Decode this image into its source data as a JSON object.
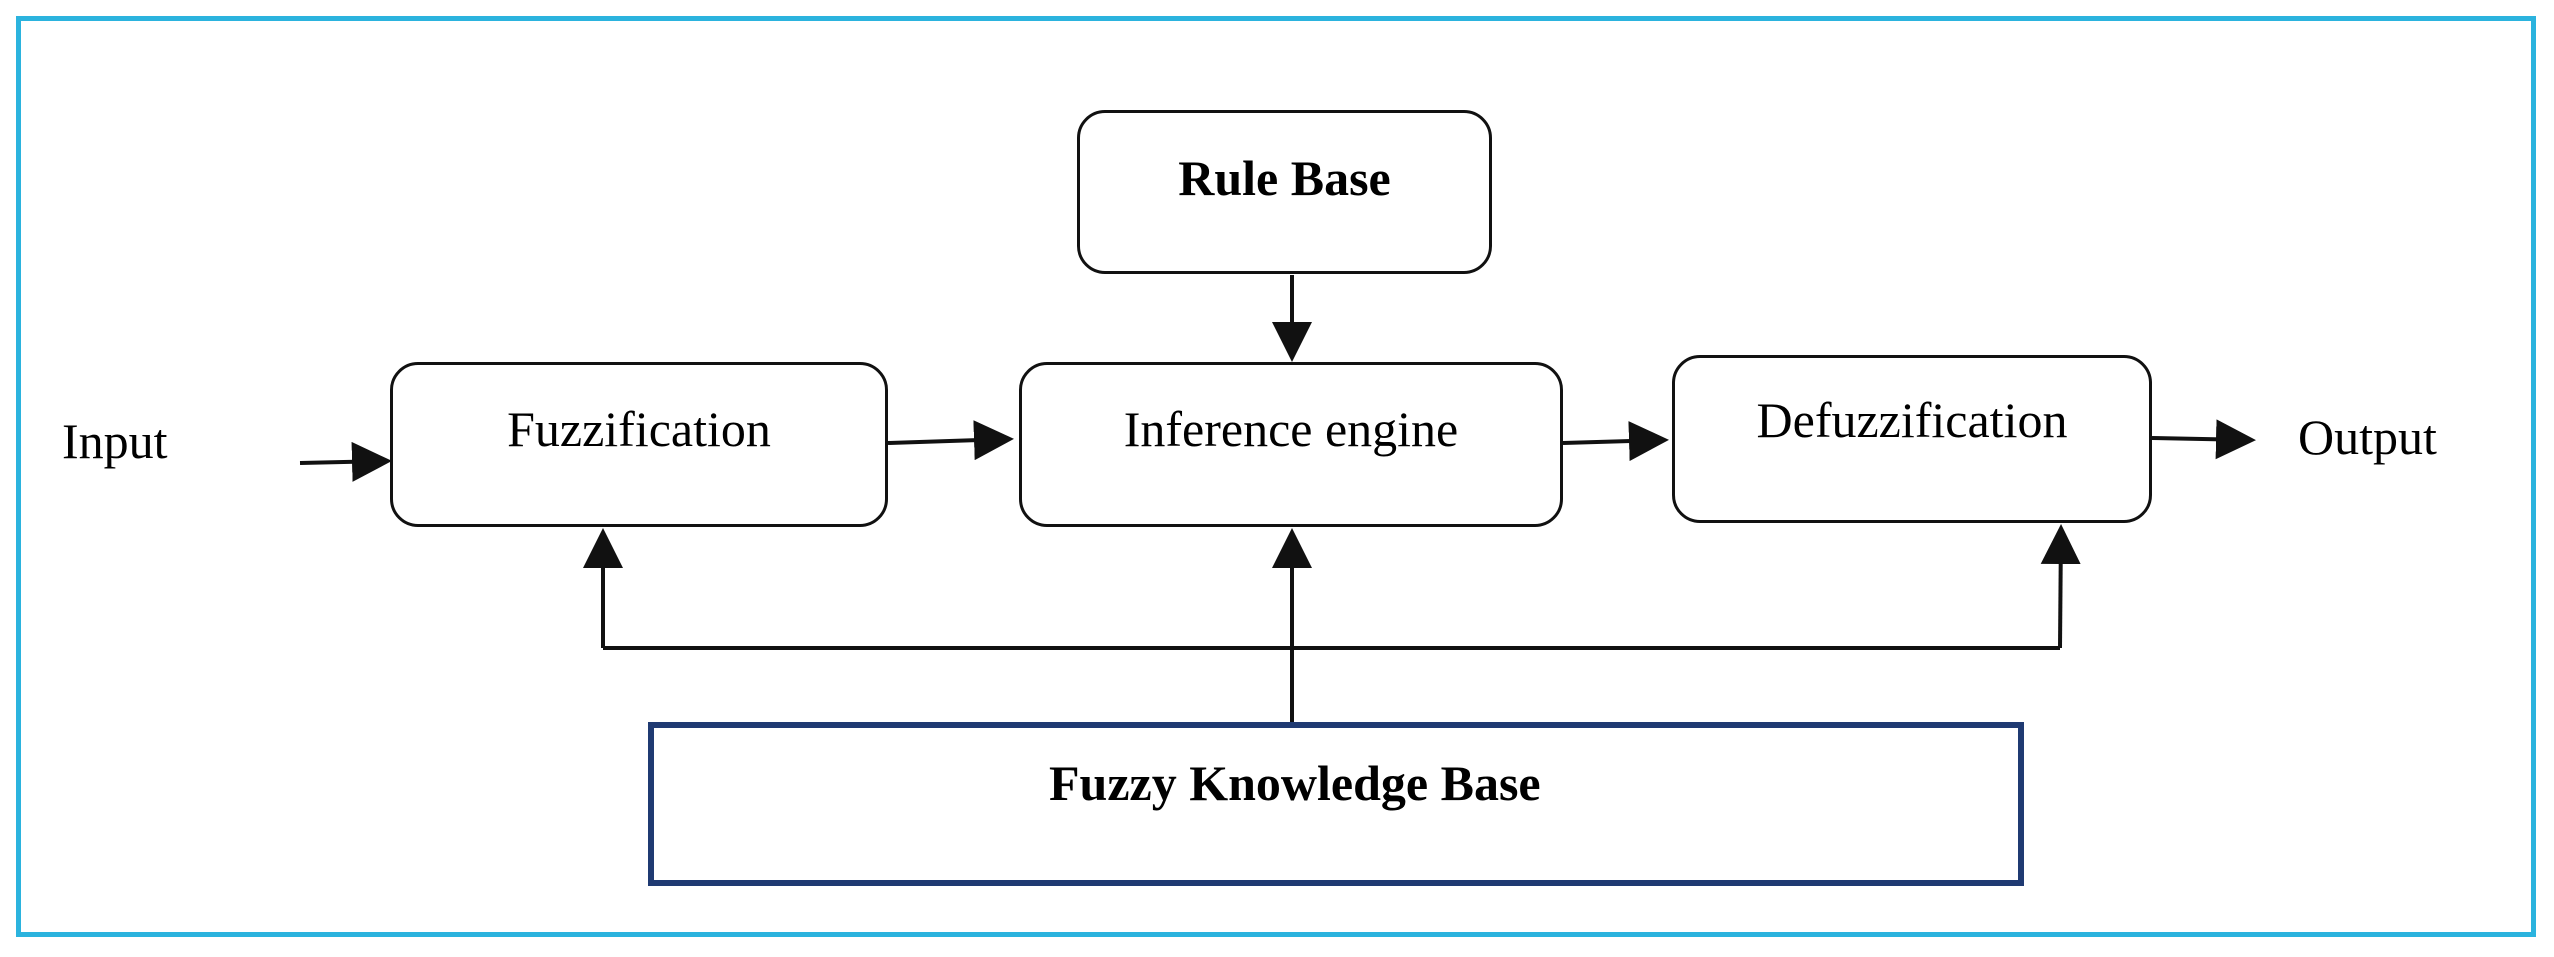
{
  "diagram": {
    "input_label": "Input",
    "output_label": "Output",
    "rule_base": "Rule Base",
    "fuzzification": "Fuzzification",
    "inference_engine": "Inference engine",
    "defuzzification": "Defuzzification",
    "knowledge_base": "Fuzzy Knowledge Base"
  },
  "colors": {
    "frame_border": "#2bb3de",
    "knowledge_base_border": "#1f3a72",
    "stroke": "#111111"
  }
}
